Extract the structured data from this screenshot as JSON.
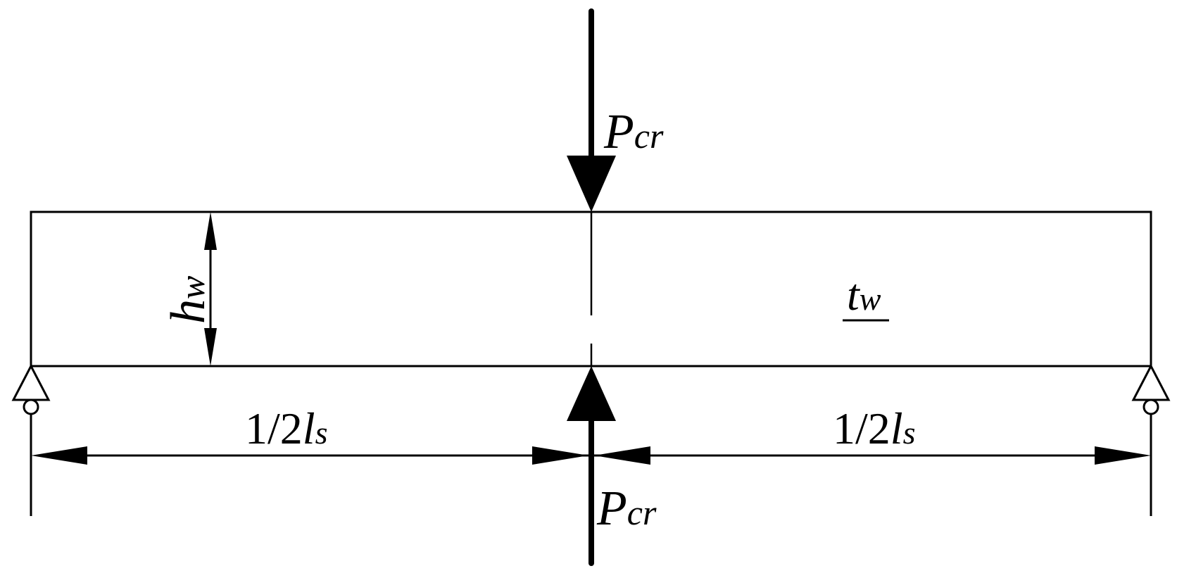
{
  "labels": {
    "top_load_symbol": "P",
    "top_load_subscript": "cr",
    "bottom_load_symbol": "P",
    "bottom_load_subscript": "cr",
    "web_height_symbol": "h",
    "web_height_subscript": "w",
    "web_thickness_symbol": "t",
    "web_thickness_subscript": "w",
    "left_span_prefix": "1/2",
    "left_span_symbol": "l",
    "left_span_subscript": "s",
    "right_span_prefix": "1/2",
    "right_span_symbol": "l",
    "right_span_subscript": "s"
  },
  "colors": {
    "line": "#000000",
    "background": "#ffffff"
  }
}
